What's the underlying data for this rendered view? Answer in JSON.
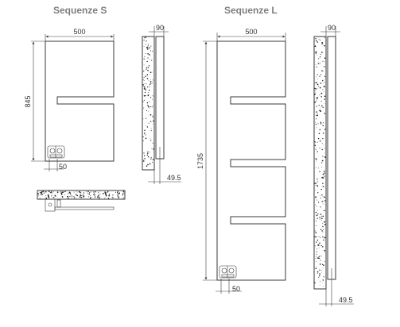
{
  "models": [
    {
      "title": "Sequenze S",
      "front": {
        "width_label": "500",
        "height_label": "845",
        "valve_label": "50"
      },
      "side": {
        "depth_label": "90",
        "offset_label": "49.5"
      }
    },
    {
      "title": "Sequenze L",
      "front": {
        "width_label": "500",
        "height_label": "1735",
        "valve_label": "50"
      },
      "side": {
        "depth_label": "90",
        "offset_label": "49.5"
      }
    }
  ],
  "colors": {
    "line": "#3a3a3a",
    "title": "#7d7d7d",
    "speckle": "#222222"
  }
}
